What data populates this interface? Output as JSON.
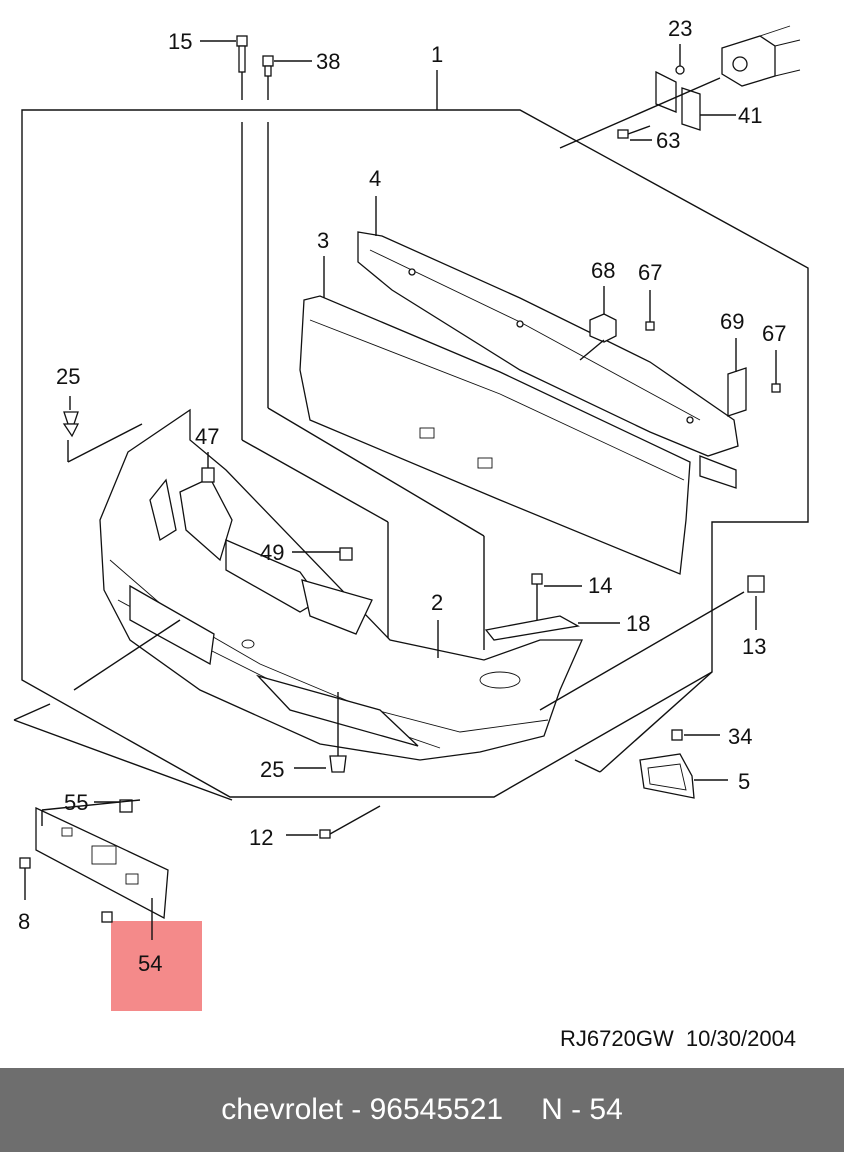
{
  "diagram": {
    "callouts": {
      "c1": "1",
      "c2": "2",
      "c3": "3",
      "c4": "4",
      "c5": "5",
      "c8": "8",
      "c12": "12",
      "c13": "13",
      "c14": "14",
      "c15": "15",
      "c18": "18",
      "c23": "23",
      "c25a": "25",
      "c25b": "25",
      "c34": "34",
      "c38": "38",
      "c41": "41",
      "c47": "47",
      "c49": "49",
      "c54": "54",
      "c55": "55",
      "c63": "63",
      "c67a": "67",
      "c67b": "67",
      "c68": "68",
      "c69": "69"
    },
    "highlight_color": "#f48a8a",
    "highlighted_part": "54"
  },
  "ref_code": "RJ6720GW  10/30/2004",
  "footer": {
    "brand_part": "chevrolet - 96545521",
    "position": "N - 54",
    "background": "#6e6e6e"
  }
}
